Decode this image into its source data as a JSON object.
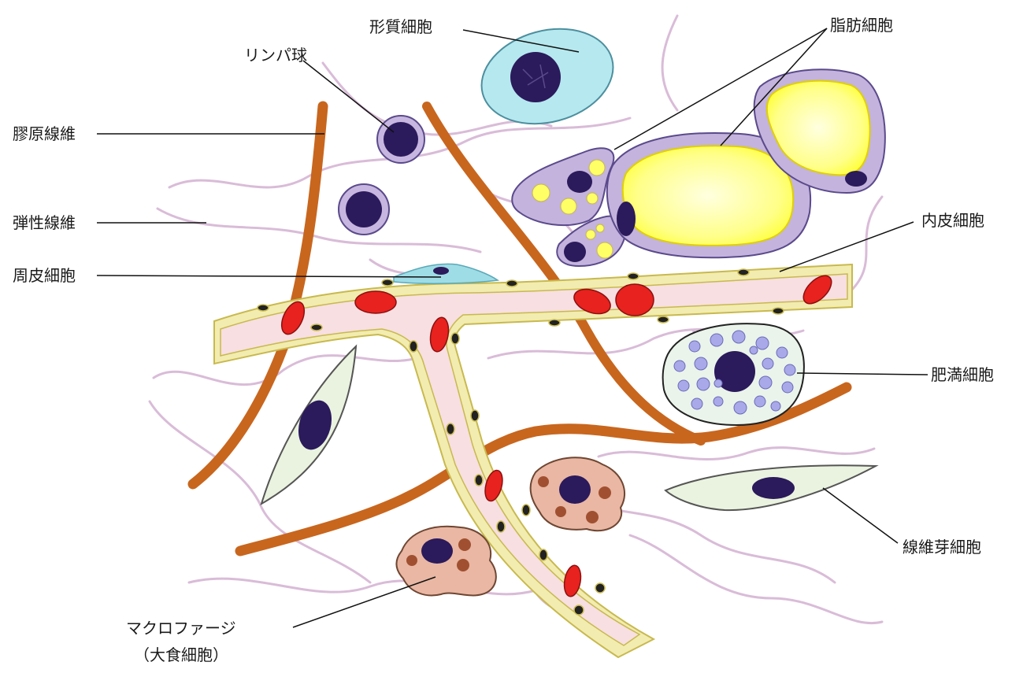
{
  "labels": {
    "plasma_cell": "形質細胞",
    "lymphocyte": "リンパ球",
    "adipocyte": "脂肪細胞",
    "collagen_fiber": "膠原線維",
    "elastic_fiber": "弾性線維",
    "endothelial_cell": "内皮細胞",
    "pericyte": "周皮細胞",
    "mast_cell": "肥満細胞",
    "fibroblast": "線維芽細胞",
    "macrophage_line1": "マクロファージ",
    "macrophage_line2": "（大食細胞）"
  },
  "colors": {
    "collagen": "#c8661e",
    "elastic": "#d9bcd8",
    "vessel_fill": "#f7dfe2",
    "vessel_wall": "#f2ecb0",
    "nucleus": "#2b1a5c",
    "rbc": "#e8221e",
    "adipocyte_fill": "#ffff66",
    "adipocyte_border": "#c4b3dc",
    "plasma_cell": "#b6e8ef",
    "mast_granule": "#a9a9ea",
    "fibroblast_fill": "#eaf3df",
    "macrophage_fill": "#e9b7a3"
  }
}
